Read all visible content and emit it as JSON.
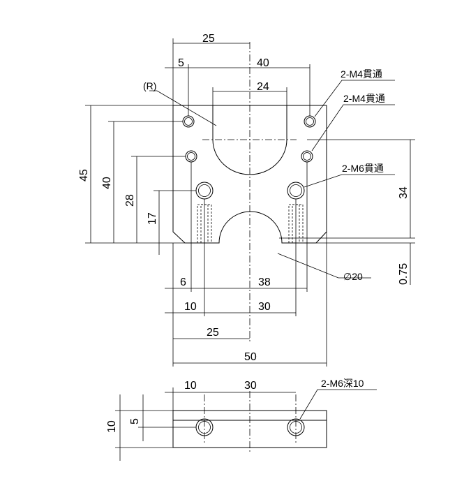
{
  "dims": {
    "top_25": "25",
    "top_5": "5",
    "top_40": "40",
    "r_label": "(R)",
    "top_24": "24",
    "left_45": "45",
    "left_40": "40",
    "left_28": "28",
    "left_17": "17",
    "right_34": "34",
    "right_075": "0.75",
    "bot_6": "6",
    "bot_38": "38",
    "bot_10": "10",
    "bot_30": "30",
    "bot_25": "25",
    "bot_50": "50",
    "side_10": "10",
    "side_30": "30",
    "side_h10": "10",
    "side_h5": "5"
  },
  "notes": {
    "m4_a": "2-M4貫通",
    "m4_b": "2-M4貫通",
    "m6": "2-M6貫通",
    "phi20": "∅20",
    "m6_depth": "2-M6深10"
  }
}
